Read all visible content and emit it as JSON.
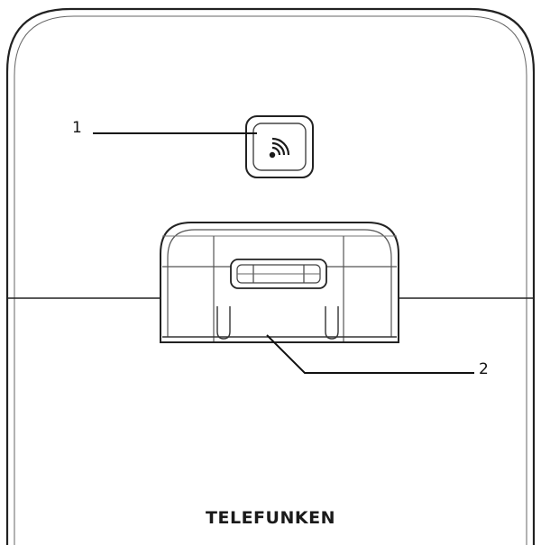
{
  "callouts": [
    {
      "label": "1"
    },
    {
      "label": "2"
    }
  ],
  "brand": {
    "name": "TELEFUNKEN"
  },
  "icons": {
    "pairing_button": "wireless-signal-icon"
  },
  "colors": {
    "outline": "#222222",
    "background": "#ffffff"
  }
}
